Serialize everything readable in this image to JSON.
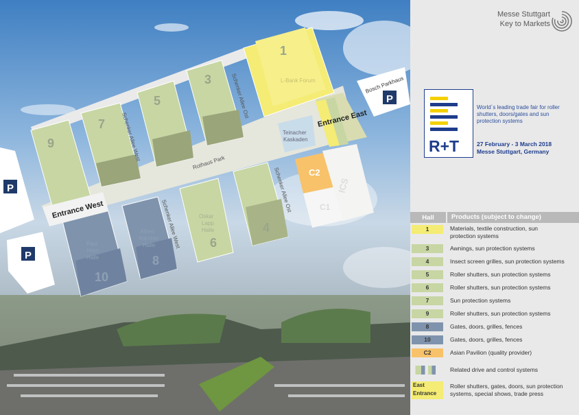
{
  "brand": {
    "line1": "Messe Stuttgart",
    "line2": "Key to Markets"
  },
  "fair": {
    "logo_text": "R+T",
    "description": "World´s leading trade fair for roller shutters, doors/gates and sun protection systems",
    "dates": "27 February - 3 March 2018",
    "venue": "Messe Stuttgart, Germany"
  },
  "map": {
    "halls": {
      "h1": "1",
      "h3": "3",
      "h4": "4",
      "h5": "5",
      "h6": "6",
      "h7": "7",
      "h8": "8",
      "h9": "9",
      "h10": "10",
      "c1": "C1",
      "c2": "C2",
      "ics": "ICS"
    },
    "hall_names": {
      "h1": "L-Bank Forum",
      "h6_a": "Oskar",
      "h6_b": "Lapp",
      "h6_c": "Halle",
      "h8_a": "Alfred",
      "h8_b": "Kärcher",
      "h8_c": "Halle",
      "h10_a": "Paul",
      "h10_b": "Horn",
      "h10_c": "Halle",
      "teinacher_a": "Teinacher",
      "teinacher_b": "Kaskaden"
    },
    "roads": {
      "ost_top": "Schenker Allee Ost",
      "west_top": "Schenker Allee West",
      "west_bottom": "Schenker Allee West",
      "ost_bottom": "Schenker Allee Ost",
      "park": "Rothaus Park"
    },
    "entrances": {
      "west": "Entrance West",
      "east": "Entrance East"
    },
    "bosch": "Bosch Parkhaus",
    "parking": "P"
  },
  "legend": {
    "header_hall": "Hall",
    "header_products": "Products (subject to change)",
    "rows": [
      {
        "hall": "1",
        "text": "Materials, textile construction, sun protection systems",
        "color": "#f4ec74"
      },
      {
        "hall": "3",
        "text": "Awnings, sun protection systems",
        "color": "#c7d6a3"
      },
      {
        "hall": "4",
        "text": "Insect screen grilles, sun protection systems",
        "color": "#c7d6a3"
      },
      {
        "hall": "5",
        "text": "Roller shutters, sun protection systems",
        "color": "#c7d6a3"
      },
      {
        "hall": "6",
        "text": "Roller shutters, sun protection systems",
        "color": "#c7d6a3"
      },
      {
        "hall": "7",
        "text": "Sun protection systems",
        "color": "#c7d6a3"
      },
      {
        "hall": "9",
        "text": "Roller shutters, sun protection systems",
        "color": "#c7d6a3"
      },
      {
        "hall": "8",
        "text": "Gates, doors, grilles, fences",
        "color": "#7f93ad"
      },
      {
        "hall": "10",
        "text": "Gates, doors, grilles, fences",
        "color": "#7f93ad"
      },
      {
        "hall": "C2",
        "text": "Asian Pavilion (quality provider)",
        "color": "#f8c26a"
      },
      {
        "hall": "",
        "text": "Related drive and control systems",
        "color": "#e9e9ea"
      },
      {
        "hall": "East Entrance",
        "text": "Roller shutters, gates, doors, sun protection systems, special shows, trade press",
        "color": "#f4ec74"
      }
    ]
  },
  "colors": {
    "hall_green": "#c7d6a3",
    "hall_blue": "#7f93ad",
    "hall_yellow": "#f4ec74",
    "hall_orange": "#f8c26a",
    "fair_blue": "#1d3c8c"
  }
}
